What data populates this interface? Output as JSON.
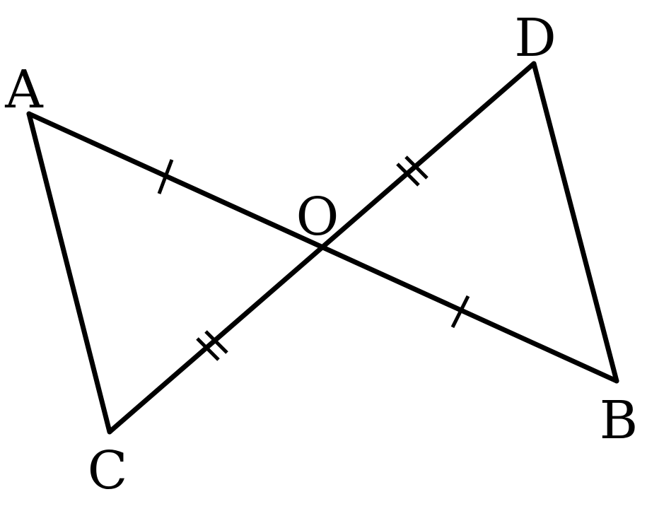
{
  "figure": {
    "line_color": "#000000",
    "background": "#ffffff",
    "points": {
      "A": "A",
      "B": "B",
      "C": "C",
      "D": "D",
      "O": "O"
    },
    "segments": [
      "AB",
      "CD",
      "AC",
      "DB"
    ],
    "equal_marks": {
      "single_tick": [
        "OA",
        "OB"
      ],
      "double_tick": [
        "OC",
        "OD"
      ]
    }
  }
}
